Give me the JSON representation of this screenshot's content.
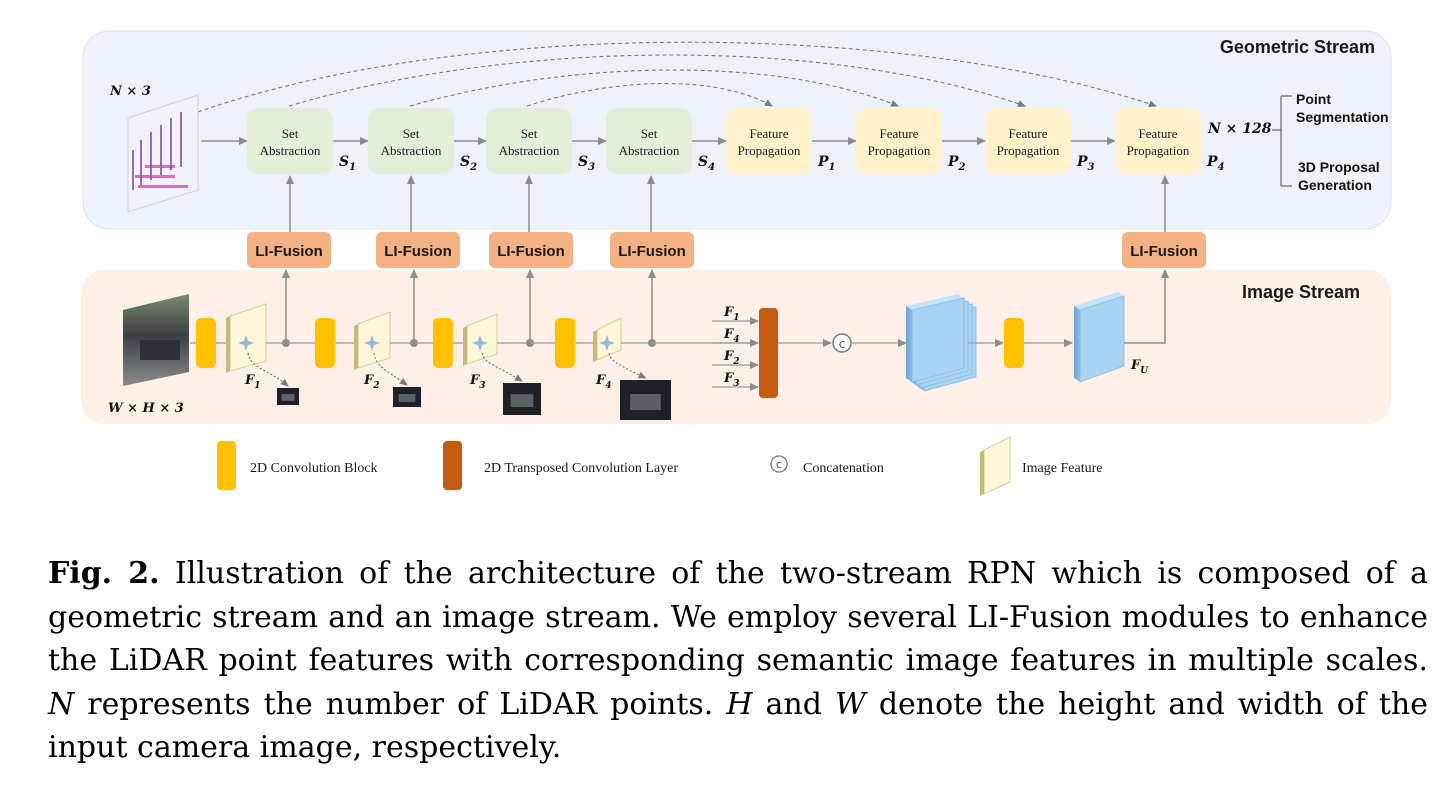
{
  "geometric_stream": {
    "title": "Geometric Stream",
    "input_label": "N × 3",
    "sa_blocks": [
      {
        "line1": "Set",
        "line2": "Abstraction",
        "out": "S",
        "sub": "1"
      },
      {
        "line1": "Set",
        "line2": "Abstraction",
        "out": "S",
        "sub": "2"
      },
      {
        "line1": "Set",
        "line2": "Abstraction",
        "out": "S",
        "sub": "3"
      },
      {
        "line1": "Set",
        "line2": "Abstraction",
        "out": "S",
        "sub": "4"
      }
    ],
    "fp_blocks": [
      {
        "line1": "Feature",
        "line2": "Propagation",
        "out": "P",
        "sub": "1"
      },
      {
        "line1": "Feature",
        "line2": "Propagation",
        "out": "P",
        "sub": "2"
      },
      {
        "line1": "Feature",
        "line2": "Propagation",
        "out": "P",
        "sub": "3"
      },
      {
        "line1": "Feature",
        "line2": "Propagation",
        "out": "P",
        "sub": "4"
      }
    ],
    "output_label": "N × 128",
    "outputs": [
      {
        "line1": "Point",
        "line2": "Segmentation"
      },
      {
        "line1": "3D  Proposal",
        "line2": "Generation"
      }
    ]
  },
  "fusion": {
    "label": "LI-Fusion"
  },
  "image_stream": {
    "title": "Image Stream",
    "input_label": "W × H × 3",
    "features": [
      {
        "name": "F",
        "sub": "1"
      },
      {
        "name": "F",
        "sub": "2"
      },
      {
        "name": "F",
        "sub": "3"
      },
      {
        "name": "F",
        "sub": "4"
      }
    ],
    "transposed_inputs": [
      {
        "name": "F",
        "sub": "1"
      },
      {
        "name": "F",
        "sub": "4"
      },
      {
        "name": "F",
        "sub": "2"
      },
      {
        "name": "F",
        "sub": "3"
      }
    ],
    "concat_symbol": "c",
    "fused_output": {
      "name": "F",
      "sub": "U"
    }
  },
  "legend": [
    {
      "label": "2D Convolution Block"
    },
    {
      "label": "2D Transposed Convolution Layer"
    },
    {
      "label": "Concatenation"
    },
    {
      "label": "Image Feature"
    }
  ],
  "caption": {
    "label": "Fig. 2.",
    "p1": " Illustration of the architecture of the two-stream RPN which is composed of a geometric stream and an image stream. We employ several LI-Fusion modules to enhance the LiDAR point features with corresponding semantic image features in multiple scales. ",
    "N": "N",
    "p2": " represents the number of LiDAR points. ",
    "H": "H",
    "p3": " and ",
    "W": "W",
    "p4": " denote the height and width of the input camera image, respectively."
  },
  "colors": {
    "geo_bg": "#eef2fa",
    "img_bg": "#fcf0e8",
    "sa_fill": "#e4efd9",
    "fp_fill": "#fff2cc",
    "fusion_fill": "#f4b183",
    "conv_fill": "#ffc000",
    "tconv_fill": "#c55a11",
    "blue_feature": "#a9d3f2",
    "arrow": "#9a9a9a"
  }
}
